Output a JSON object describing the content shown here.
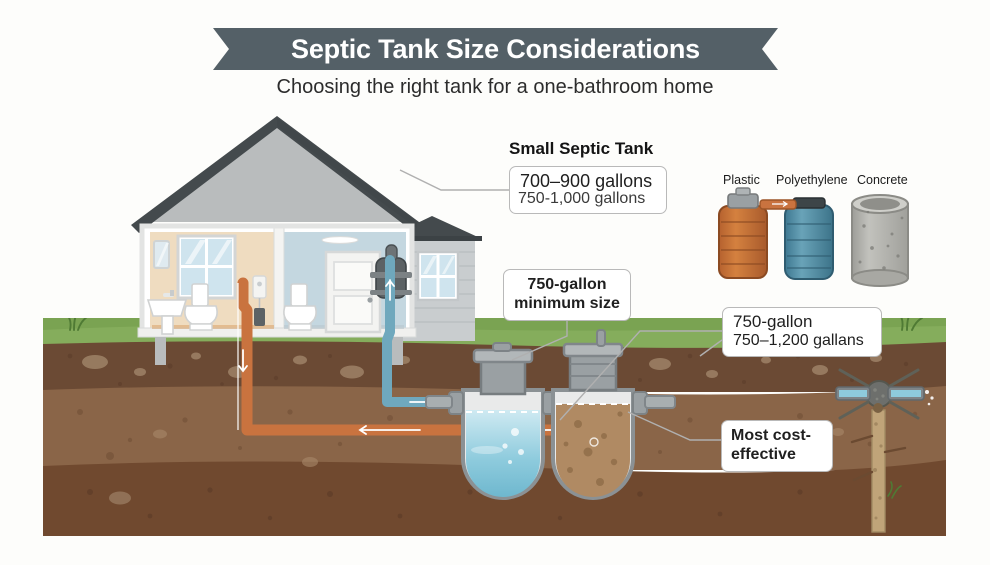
{
  "header": {
    "title": "Septic Tank Size Considerations",
    "subtitle": "Choosing the right tank for a one-bathroom home",
    "banner_color": "#546067",
    "subtitle_color": "#2c2c2c"
  },
  "callouts": {
    "small_tank": {
      "heading": "Small Septic Tank",
      "line1": "700–900 gallons",
      "line2": "750-1,000 gallons"
    },
    "minimum": {
      "line1": "750-gallon",
      "line2": "minimum size"
    },
    "mid_tank": {
      "line1": "750-gallon",
      "line2": "750–1,200 gallans"
    },
    "cost": {
      "line1": "Most cost-",
      "line2": "effective"
    }
  },
  "materials": [
    {
      "label": "Plastic",
      "color": "#c9733f"
    },
    {
      "label": "Polyethylene",
      "color": "#4f8ba3"
    },
    {
      "label": "Concrete",
      "color": "#b3b3ae"
    }
  ],
  "scene": {
    "sky_color": "#fdfdfb",
    "grass_color": "#7aa352",
    "grass_dark": "#689044",
    "soil_topsoil": "#6b4a34",
    "soil_mid": "#8a6548",
    "soil_deep": "#6b4731",
    "soil_bottom": "#70492f",
    "pipe_waste_color": "#c9733f",
    "pipe_water_color": "#6fa8bd",
    "tank_body_color": "#9aa0a3",
    "tank_water_color": "#8ecbdd",
    "tank_sludge_color": "#b08a63",
    "house_wall_left": "#efdcc0",
    "house_wall_right": "#c4d7e0",
    "roof_color": "#444a4d",
    "roof_gable": "#b9bcbd"
  }
}
